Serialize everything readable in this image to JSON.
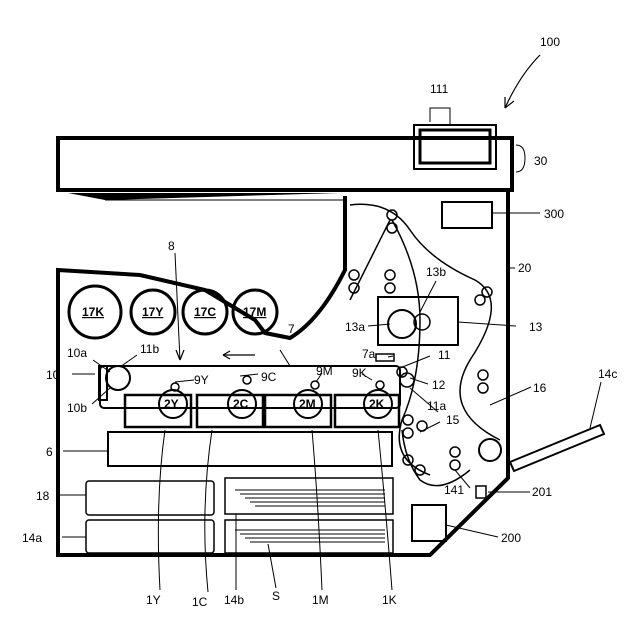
{
  "labels": {
    "apparatus": "100",
    "operation_panel": "111",
    "reader": "30",
    "controller": "300",
    "body": "20",
    "exposure": "8",
    "belt": "7",
    "belt_sensor": "7a",
    "drive_roller": "10a",
    "cleaner": "11b",
    "belt_unit": "10",
    "tension_roller": "10b",
    "secondary_transfer": "11",
    "secondary_roller": "11a",
    "registration": "12",
    "fixing": "13",
    "fixing_heater": "13b",
    "fixing_roller": "13a",
    "path": "16",
    "bypass_tray": "14c",
    "roller_15": "15",
    "pickup": "141",
    "sensor_201": "201",
    "control_200": "200",
    "laser": "6",
    "box_18": "18",
    "tray_14a": "14a",
    "bottom_1Y": "1Y",
    "bottom_1C": "1C",
    "bottom_14b": "14b",
    "bottom_S": "S",
    "bottom_1M": "1M",
    "bottom_1K": "1K"
  },
  "toners": [
    "17K",
    "17Y",
    "17C",
    "17M"
  ],
  "drums": [
    "2Y",
    "2C",
    "2M",
    "2K"
  ],
  "primary_rollers": [
    "9Y",
    "9C",
    "9M",
    "9K"
  ]
}
